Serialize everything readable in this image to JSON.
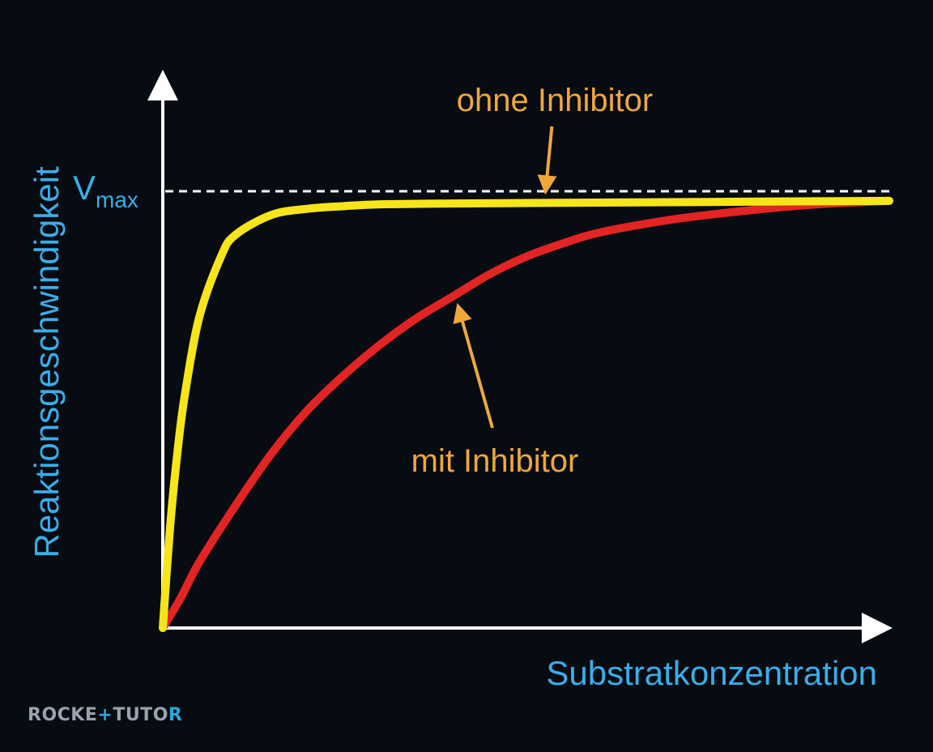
{
  "chart_data": {
    "type": "line",
    "xlabel": "Substratkonzentration",
    "ylabel": "Reaktionsgeschwindigkeit",
    "vmax_label_main": "V",
    "vmax_label_sub": "max",
    "vmax": 1.0,
    "xlim": [
      0,
      10
    ],
    "ylim": [
      0,
      1.2
    ],
    "grid": false,
    "series": [
      {
        "name": "ohne Inhibitor",
        "color": "#f7e51b",
        "x": [
          0,
          0.1,
          0.2,
          0.3,
          0.5,
          0.8,
          1.0,
          1.5,
          2.0,
          2.5,
          3.0,
          4.0,
          5.0,
          6.0,
          7.0,
          8.0,
          9.0,
          10.0
        ],
        "y": [
          0,
          0.23,
          0.4,
          0.53,
          0.71,
          0.85,
          0.9,
          0.946,
          0.96,
          0.966,
          0.97,
          0.972,
          0.973,
          0.974,
          0.975,
          0.976,
          0.977,
          0.978
        ]
      },
      {
        "name": "mit Inhibitor",
        "color": "#e22424",
        "x": [
          0,
          0.25,
          0.5,
          1.0,
          1.5,
          2.0,
          2.5,
          3.0,
          3.5,
          4.0,
          4.5,
          5.0,
          5.5,
          6.0,
          7.0,
          8.0,
          9.0,
          10.0
        ],
        "y": [
          0,
          0.07,
          0.15,
          0.28,
          0.4,
          0.5,
          0.58,
          0.65,
          0.71,
          0.76,
          0.81,
          0.85,
          0.88,
          0.905,
          0.935,
          0.955,
          0.97,
          0.978
        ]
      }
    ],
    "annotations": [
      {
        "text": "ohne Inhibitor",
        "color": "#f0a73a",
        "series": "ohne Inhibitor",
        "x": 5.3
      },
      {
        "text": "mit Inhibitor",
        "color": "#f0a73a",
        "series": "mit Inhibitor",
        "x": 4.0
      }
    ]
  },
  "colors": {
    "background": "#070b12",
    "axis": "#ffffff",
    "axis_label": "#3aaee8",
    "annotation": "#f0a73a"
  },
  "logo": {
    "text_a": "ROCKE",
    "text_b": "+",
    "text_c": "TUTO",
    "text_d": "R"
  }
}
